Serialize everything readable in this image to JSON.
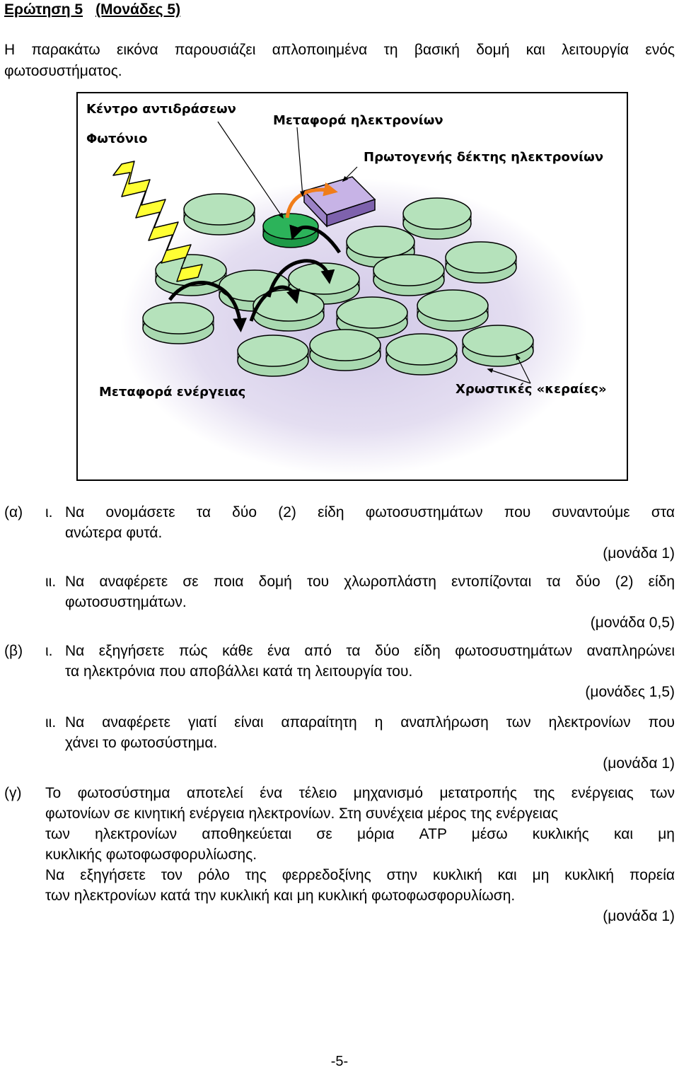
{
  "header": {
    "question": "Ερώτηση 5",
    "points": "(Μονάδες 5)"
  },
  "intro": {
    "line1": "Η παρακάτω εικόνα παρουσιάζει απλοποιημένα τη βασική δομή και λειτουργία ενός",
    "line2": "φωτοσυστήματος."
  },
  "figure": {
    "labels": {
      "reaction_center": "Κέντρο αντιδράσεων",
      "photon": "Φωτόνιο",
      "electron_transfer": "Μεταφορά ηλεκτρονίων",
      "primary_acceptor": "Πρωτογενής δέκτης ηλεκτρονίων",
      "energy_transfer": "Μεταφορά ενέργειας",
      "antennae": "Χρωστικές «κεραίες»"
    },
    "colors": {
      "pigment": "#a9d9b0",
      "reaction_center": "#1e9a48",
      "acceptor": "#a98fcf",
      "photon": "#ffff33",
      "halo": "#ddd6ec"
    }
  },
  "questions": {
    "a": {
      "marker": "(α)",
      "i": {
        "num": "ι.",
        "line1": "Να ονομάσετε τα δύο (2) είδη φωτοσυστημάτων που συναντούμε στα",
        "line2": "ανώτερα φυτά.",
        "points": "(μονάδα 1)"
      },
      "ii": {
        "num": "ιι.",
        "line1": "Να αναφέρετε σε ποια δομή του χλωροπλάστη εντοπίζονται τα δύο (2) είδη",
        "line2": "φωτοσυστημάτων.",
        "points": "(μονάδα 0,5)"
      }
    },
    "b": {
      "marker": "(β)",
      "i": {
        "num": "ι.",
        "line1": "Να εξηγήσετε πώς κάθε ένα από τα δύο είδη φωτοσυστημάτων αναπληρώνει",
        "line2": "τα ηλεκτρόνια που αποβάλλει κατά τη λειτουργία του.",
        "points": "(μονάδες 1,5)"
      },
      "ii": {
        "num": "ιι.",
        "line1": "Να αναφέρετε γιατί είναι απαραίτητη η αναπλήρωση των ηλεκτρονίων που",
        "line2": "χάνει το φωτοσύστημα.",
        "points": "(μονάδα 1)"
      }
    },
    "c": {
      "marker": "(γ)",
      "line1": "Το φωτοσύστημα αποτελεί ένα τέλειο μηχανισμό μετατροπής της ενέργειας των",
      "line2": "φωτονίων σε κινητική ενέργεια ηλεκτρονίων. Στη συνέχεια μέρος της ενέργειας",
      "line3": "των ηλεκτρονίων αποθηκεύεται σε μόρια ATP μέσω κυκλικής και μη",
      "line4": "κυκλικής φωτοφωσφορυλίωσης.",
      "line5": "Να εξηγήσετε τον ρόλο της φερρεδοξίνης στην κυκλική και μη κυκλική πορεία",
      "line6": "των ηλεκτρονίων κατά την κυκλική και μη κυκλική φωτοφωσφορυλίωση.",
      "points": "(μονάδα 1)"
    }
  },
  "footer": {
    "page": "-5-"
  }
}
